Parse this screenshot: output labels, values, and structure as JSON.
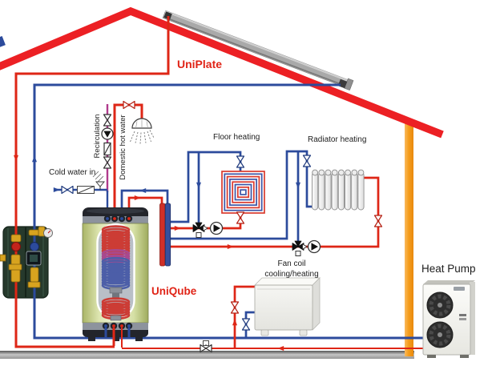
{
  "labels": {
    "uniplate": "UniPlate",
    "uniqube": "UniQube",
    "heat_pump": "Heat Pump",
    "floor_heating": "Floor heating",
    "radiator_heating": "Radiator heating",
    "fan_coil_line1": "Fan coil",
    "fan_coil_line2": "cooling/heating",
    "cold_water_in": "Cold water in",
    "recirculation": "Recirculation",
    "domestic_hot_water": "Domestic hot water"
  },
  "colors": {
    "pipe_red": "#de2616",
    "pipe_blue": "#2c4b9c",
    "pipe_purple": "#b03a8c",
    "roof_red": "#ec2024",
    "wall_orange": "#f59d1b",
    "label_red": "#e02417",
    "label_black": "#1c1c1c"
  }
}
